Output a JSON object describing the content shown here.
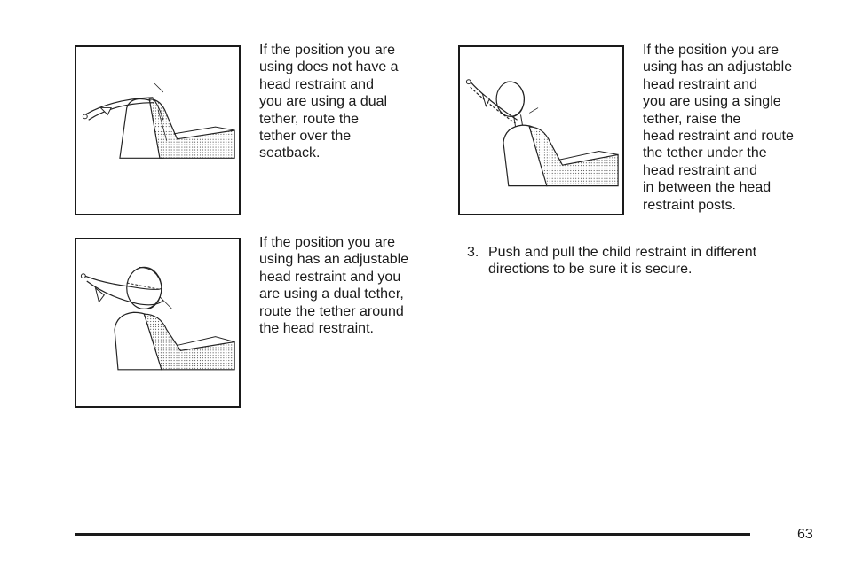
{
  "paragraphs": {
    "fig1_text": "If the position you are\nusing does not have a\nhead restraint and\nyou are using a dual\ntether, route the\ntether over the\nseatback.",
    "fig2_text": "If the position you are\nusing has an adjustable\nhead restraint and\nyou are using a single\ntether, raise the\nhead restraint and route\nthe tether under the\nhead restraint and\nin between the head\nrestraint posts.",
    "fig3_text": "If the position you are\nusing has an adjustable\nhead restraint and you\nare using a dual tether,\nroute the tether around\nthe head restraint."
  },
  "step": {
    "number": "3.",
    "text": "Push and pull the child restraint in different\ndirections to be sure it is secure."
  },
  "footer": {
    "page_number": "63"
  },
  "figures": [
    {
      "name": "seatback-dual-tether-illustration"
    },
    {
      "name": "single-tether-under-head-restraint-illustration"
    },
    {
      "name": "dual-tether-around-head-restraint-illustration"
    }
  ]
}
